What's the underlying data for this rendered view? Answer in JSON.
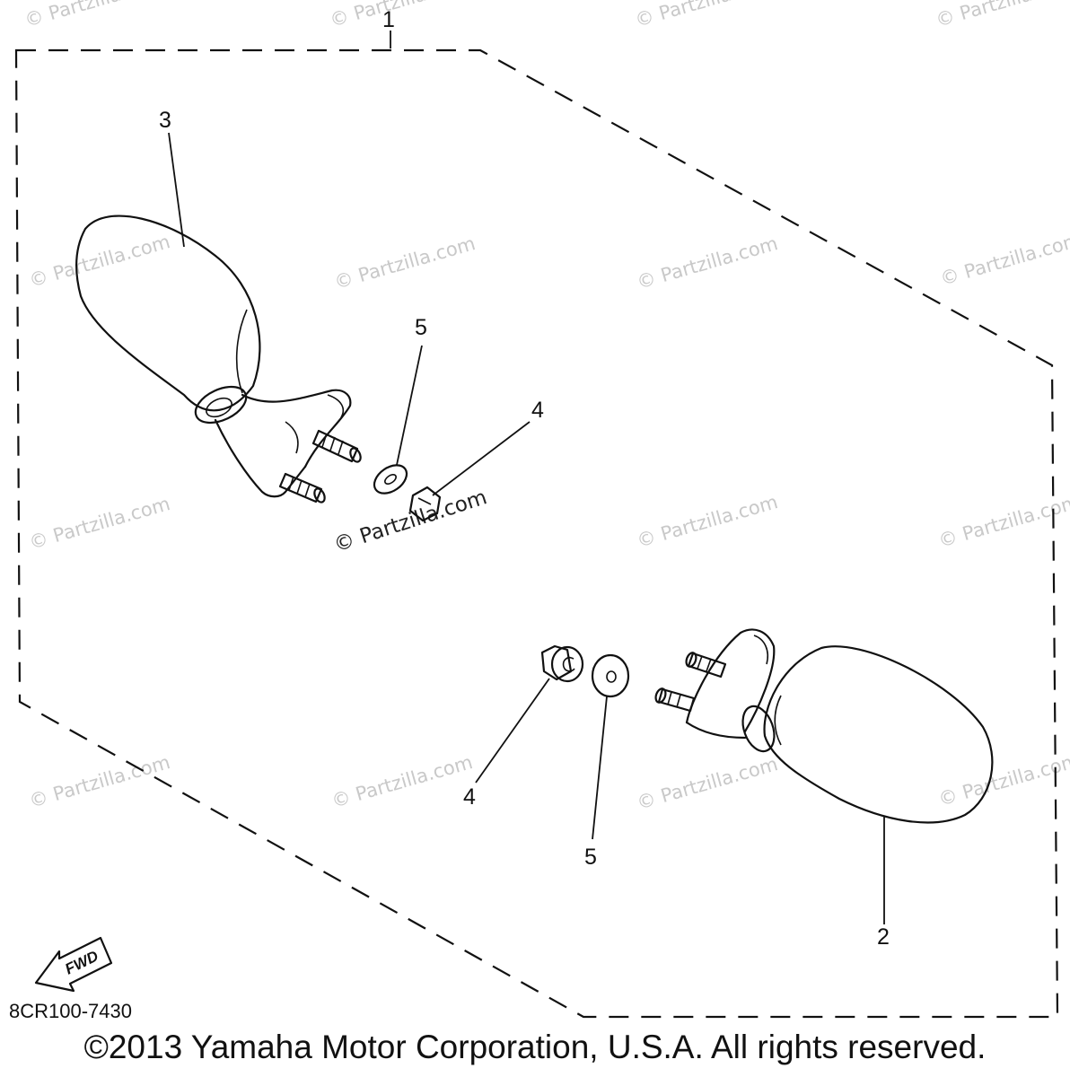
{
  "callouts": {
    "kit": "1",
    "mirror_right": "2",
    "mirror_left": "3",
    "nut_upper": "4",
    "nut_lower": "4",
    "washer_upper": "5",
    "washer_lower": "5"
  },
  "fwd_label": "FWD",
  "diagram_code": "8CR100-7430",
  "copyright": "©2013 Yamaha Motor Corporation, U.S.A. All rights reserved.",
  "watermark": "© Partzilla.com"
}
